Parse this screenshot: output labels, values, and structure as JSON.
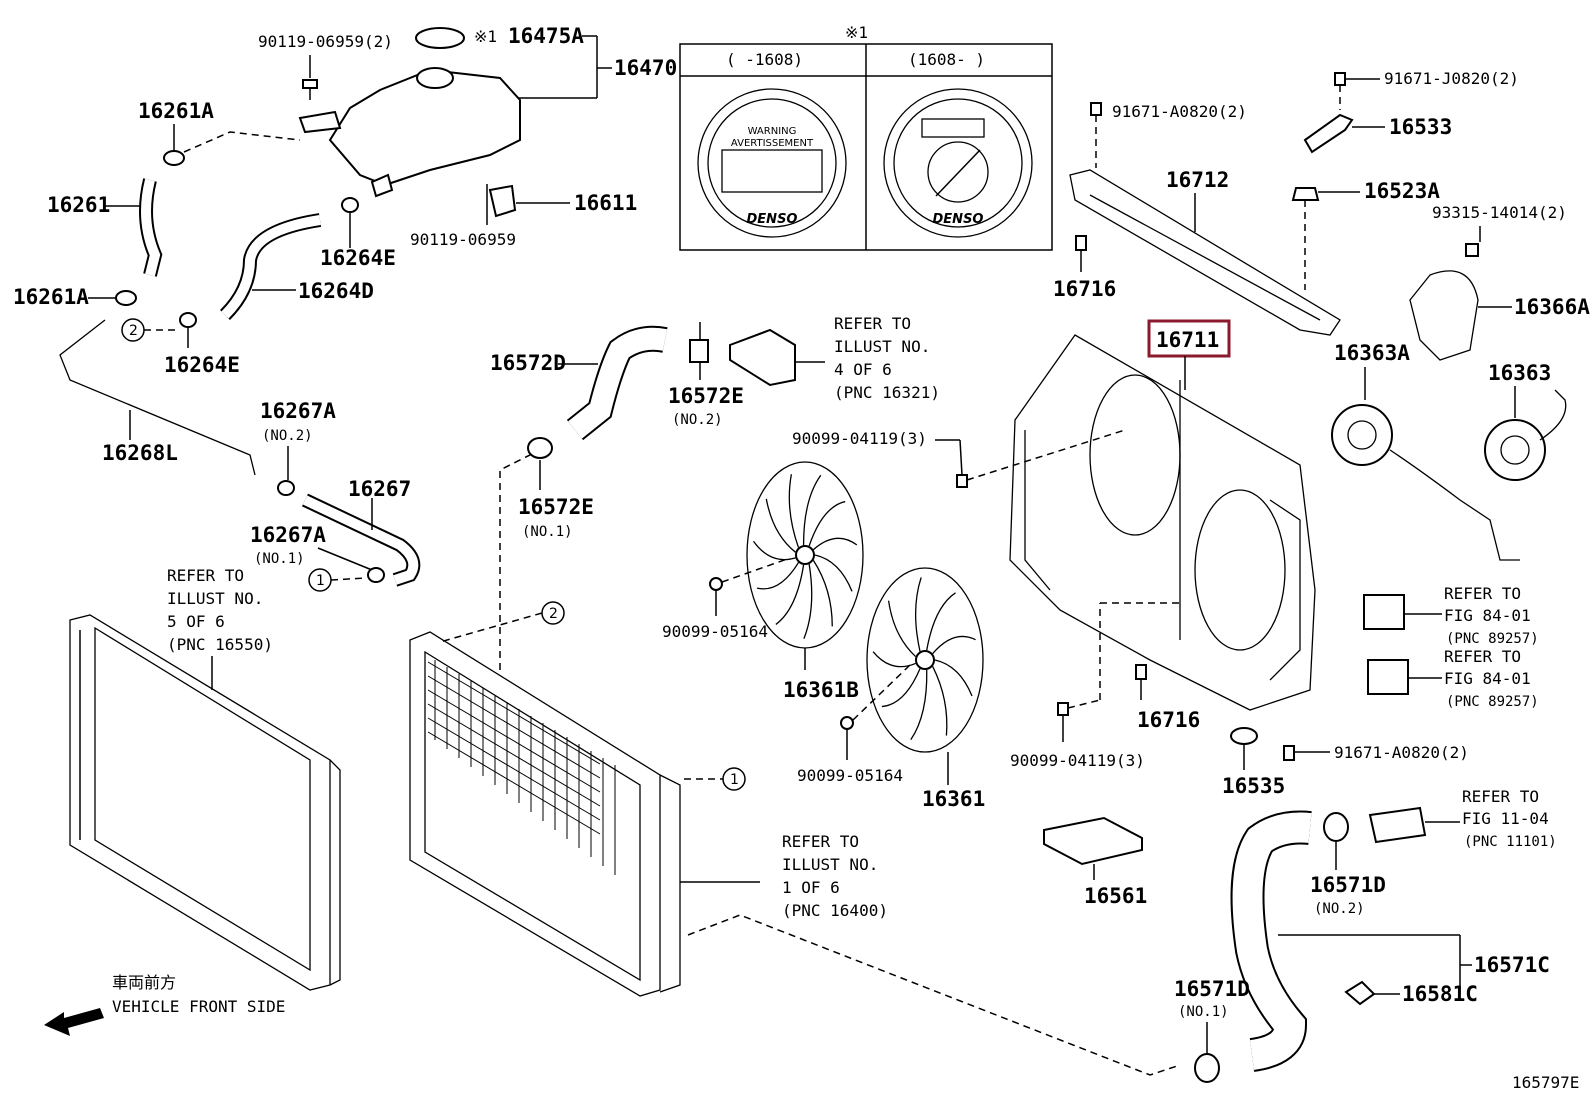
{
  "pnc": {
    "p16475A": "16475A",
    "p16470": "16470",
    "p16261A_top": "16261A",
    "p16261": "16261",
    "p16261A_bot": "16261A",
    "p16264E_top": "16264E",
    "p16264E_bot": "16264E",
    "p16264D": "16264D",
    "p16611": "16611",
    "p16268L": "16268L",
    "p16267A_top": "16267A",
    "p16267": "16267",
    "p16267A_bot": "16267A",
    "p16572D": "16572D",
    "p16572E_top": "16572E",
    "p16572E_bot": "16572E",
    "p16712": "16712",
    "p16716_top": "16716",
    "p16711": "16711",
    "p16533": "16533",
    "p16523A": "16523A",
    "p16366A": "16366A",
    "p16363A": "16363A",
    "p16363": "16363",
    "p16361B": "16361B",
    "p16361": "16361",
    "p16716_bot": "16716",
    "p16535": "16535",
    "p16561": "16561",
    "p16571D_right": "16571D",
    "p16571D_left": "16571D",
    "p16581C": "16581C",
    "p16571C": "16571C"
  },
  "screws": {
    "s90119_069592": "90119-06959(2)",
    "s90119_06959": "90119-06959",
    "s91671_J0820": "91671-J0820(2)",
    "s91671_A0820_top": "91671-A0820(2)",
    "s93315": "93315-14014(2)",
    "s90099_04119_top": "90099-04119(3)",
    "s90099_05164_a": "90099-05164",
    "s90099_05164_b": "90099-05164",
    "s90099_04119_bot": "90099-04119(3)",
    "s91671_A0820_bot": "91671-A0820(2)"
  },
  "subs": {
    "no2_16267A": "(NO.2)",
    "no1_16267A": "(NO.1)",
    "no2_16572E": "(NO.2)",
    "no1_16572E": "(NO.1)",
    "no2_16571D": "(NO.2)",
    "no1_16571D": "(NO.1)",
    "mark_16475A": "※1",
    "inset_mark": "※1"
  },
  "inset": {
    "left_header": "(   -1608)",
    "right_header": "(1608-   )"
  },
  "refs": {
    "r_16321": [
      "REFER TO",
      "ILLUST NO.",
      "4 OF 6",
      "(PNC 16321)"
    ],
    "r_16550": [
      "REFER TO",
      "ILLUST NO.",
      "5 OF 6",
      "(PNC 16550)"
    ],
    "r_16400": [
      "REFER TO",
      "ILLUST NO.",
      "1 OF 6",
      "(PNC 16400)"
    ],
    "r_89257_a": [
      "REFER TO",
      "FIG 84-01",
      "(PNC 89257)"
    ],
    "r_89257_b": [
      "REFER TO",
      "FIG 84-01",
      "(PNC 89257)"
    ],
    "r_11101": [
      "REFER TO",
      "FIG 11-04",
      "(PNC 11101)"
    ]
  },
  "circles": {
    "c1a": "1",
    "c1b": "1",
    "c2a": "2",
    "c2b": "2"
  },
  "front": {
    "jp": "車両前方",
    "en": "VEHICLE FRONT SIDE"
  },
  "figure_id": "165797E",
  "highlight_color": "#8b1a2e"
}
